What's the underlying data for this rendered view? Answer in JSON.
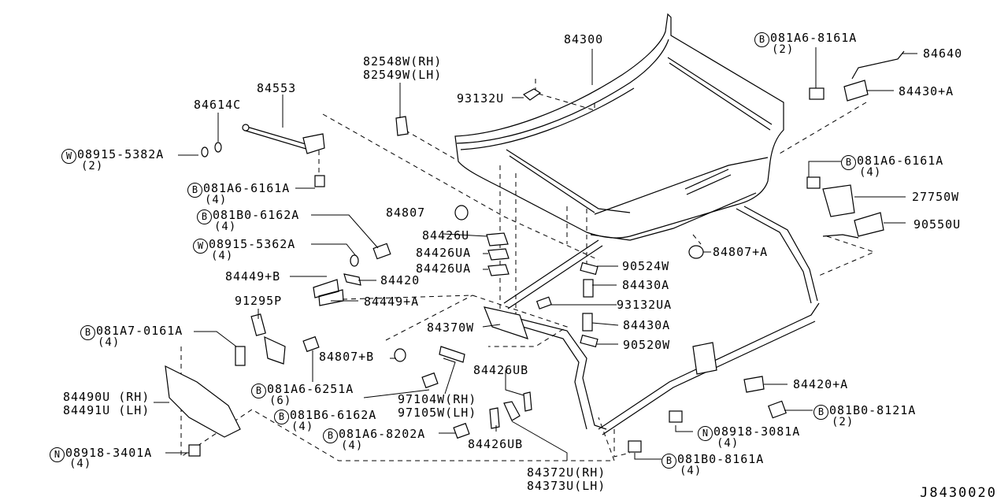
{
  "diagram": {
    "title": "Hood panel, hinge & fitting exploded view",
    "code": "J8430020",
    "parts": [
      {
        "id": "hood",
        "label": "84300"
      },
      {
        "id": "hood-stay-bracket",
        "label": "82548W(RH)",
        "label2": "82549W(LH)"
      },
      {
        "id": "stay-rod",
        "label": "84553"
      },
      {
        "id": "grommet-84614c",
        "label": "84614C"
      },
      {
        "id": "washer-08915-5382a",
        "badge": "W",
        "label": "08915-5382A",
        "qty": "(2)"
      },
      {
        "id": "bolt-081a6-6161a-left",
        "badge": "B",
        "label": "081A6-6161A",
        "qty": "(4)"
      },
      {
        "id": "seal-93132u",
        "label": "93132U"
      },
      {
        "id": "bumper-84807",
        "label": "84807"
      },
      {
        "id": "bolt-081b0-6162a",
        "badge": "B",
        "label": "081B0-6162A",
        "qty": "(4)"
      },
      {
        "id": "washer-08915-5362a",
        "badge": "W",
        "label": "08915-5362A",
        "qty": "(4)"
      },
      {
        "id": "shim-84449b",
        "label": "84449+B"
      },
      {
        "id": "clip-84420",
        "label": "84420"
      },
      {
        "id": "shim-84449a",
        "label": "84449+A"
      },
      {
        "id": "release-91295p",
        "label": "91295P"
      },
      {
        "id": "bolt-081a7-0161a",
        "badge": "B",
        "label": "081A7-0161A",
        "qty": "(4)"
      },
      {
        "id": "hinge-84490u",
        "label": "84490U (RH)",
        "label2": "84491U (LH)"
      },
      {
        "id": "nut-08918-3401a",
        "badge": "N",
        "label": "08918-3401A",
        "qty": "(4)"
      },
      {
        "id": "bolt-081a6-6251a",
        "badge": "B",
        "label": "081A6-6251A",
        "qty": "(6)"
      },
      {
        "id": "bolt-081b6-6162a",
        "badge": "B",
        "label": "081B6-6162A",
        "qty": "(4)"
      },
      {
        "id": "bolt-081a6-8202a",
        "badge": "B",
        "label": "081A6-8202A",
        "qty": "(4)"
      },
      {
        "id": "bumper-84807b",
        "label": "84807+B"
      },
      {
        "id": "bracket-97104w",
        "label": "97104W(RH)",
        "label2": "97105W(LH)"
      },
      {
        "id": "shim-84426ub-top",
        "label": "84426UB"
      },
      {
        "id": "shim-84426ub-bottom",
        "label": "84426UB"
      },
      {
        "id": "rod-84372u",
        "label": "84372U(RH)",
        "label2": "84373U(LH)"
      },
      {
        "id": "shim-84426u",
        "label": "84426U"
      },
      {
        "id": "shim-84426ua-1",
        "label": "84426UA"
      },
      {
        "id": "shim-84426ua-2",
        "label": "84426UA"
      },
      {
        "id": "hinge-84370w",
        "label": "84370W"
      },
      {
        "id": "clip-90524w",
        "label": "90524W"
      },
      {
        "id": "bolt-84430a-1",
        "label": "84430A"
      },
      {
        "id": "seal-93132ua",
        "label": "93132UA"
      },
      {
        "id": "bolt-84430a-2",
        "label": "84430A"
      },
      {
        "id": "clip-90520w",
        "label": "90520W"
      },
      {
        "id": "bolt-081a6-8161a",
        "badge": "B",
        "label": "081A6-8161A",
        "qty": "(2)"
      },
      {
        "id": "rod-84640",
        "label": "84640"
      },
      {
        "id": "lock-84430a-plus",
        "label": "84430+A"
      },
      {
        "id": "bolt-081a6-6161a-right",
        "badge": "B",
        "label": "081A6-6161A",
        "qty": "(4)"
      },
      {
        "id": "bracket-27750w",
        "label": "27750W"
      },
      {
        "id": "cover-90550u",
        "label": "90550U"
      },
      {
        "id": "bumper-84807a",
        "label": "84807+A"
      },
      {
        "id": "clip-84420a",
        "label": "84420+A"
      },
      {
        "id": "bolt-081b0-8121a",
        "badge": "B",
        "label": "081B0-8121A",
        "qty": "(2)"
      },
      {
        "id": "nut-08918-3081a",
        "badge": "N",
        "label": "08918-3081A",
        "qty": "(4)"
      },
      {
        "id": "bolt-081b0-8161a",
        "badge": "B",
        "label": "081B0-8161A",
        "qty": "(4)"
      }
    ]
  }
}
